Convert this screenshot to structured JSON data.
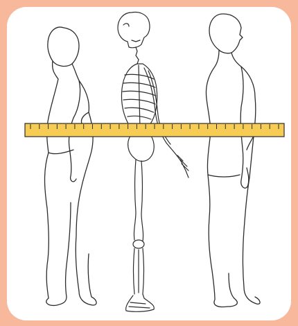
{
  "colors": {
    "background": "#F7B89B",
    "panel": "#FFFFFF",
    "outline": "#2b2b2b",
    "tape_fill": "#F6CC55",
    "tape_stroke": "#2b2b2b"
  },
  "figures": [
    {
      "name": "female-figure"
    },
    {
      "name": "skeleton-figure"
    },
    {
      "name": "male-figure"
    }
  ],
  "tape": {
    "tick_count": 29
  }
}
